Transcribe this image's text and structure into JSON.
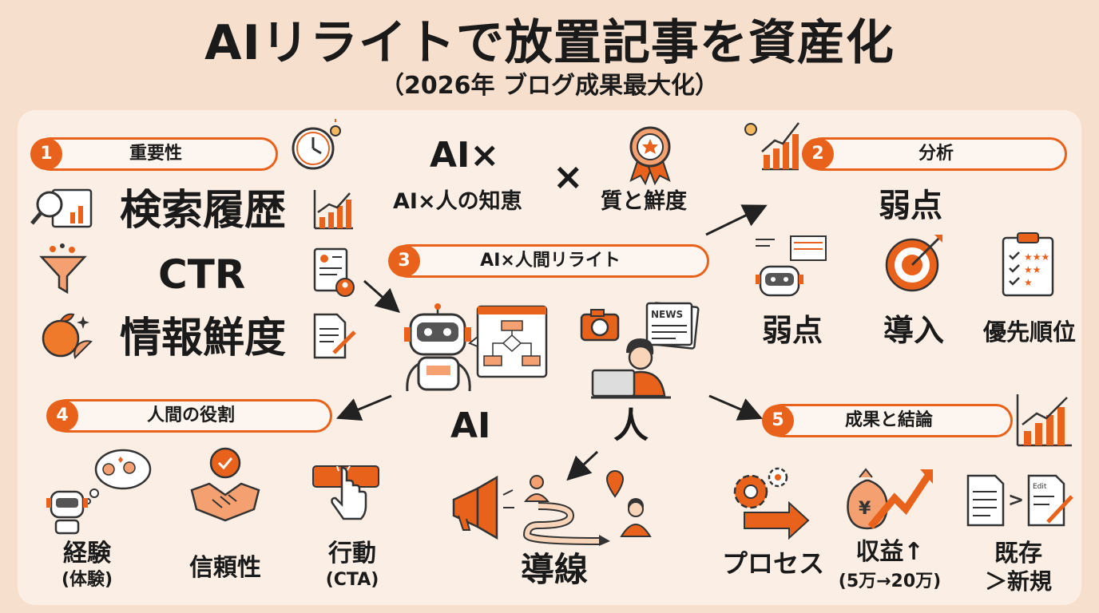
{
  "title": "AIリライトで放置記事を資産化",
  "subtitle": "（2026年 ブログ成果最大化）",
  "sections": {
    "s1": {
      "num": "1",
      "label": "重要性",
      "items": [
        "検索履歴",
        "CTR",
        "情報鮮度"
      ]
    },
    "s2": {
      "num": "2",
      "label": "分析",
      "heading": "弱点",
      "items": [
        "弱点",
        "導入",
        "優先順位"
      ]
    },
    "s3": {
      "num": "3",
      "label": "AI×人間リライト",
      "ai": "AI",
      "human": "人"
    },
    "s4": {
      "num": "4",
      "label": "人間の役割",
      "items": [
        {
          "main": "経験",
          "sub": "(体験)"
        },
        {
          "main": "信頼性",
          "sub": ""
        },
        {
          "main": "行動",
          "sub": "(CTA)"
        }
      ]
    },
    "s5": {
      "num": "5",
      "label": "成果と結論",
      "items": [
        {
          "main": "プロセス",
          "sub": ""
        },
        {
          "main": "収益↑",
          "sub": "(5万→20万)"
        },
        {
          "main": "既存",
          "sub": "＞新規"
        }
      ]
    }
  },
  "formula": {
    "ai": "AI×",
    "times": "×",
    "left": "AI×人の知恵",
    "right": "質と鮮度"
  },
  "funnel": "導線",
  "icon_text": {
    "news": "NEWS",
    "edit": "Edit"
  },
  "colors": {
    "accent": "#e8621c",
    "background": "#f6dfcd",
    "panel": "#fbefe5"
  }
}
